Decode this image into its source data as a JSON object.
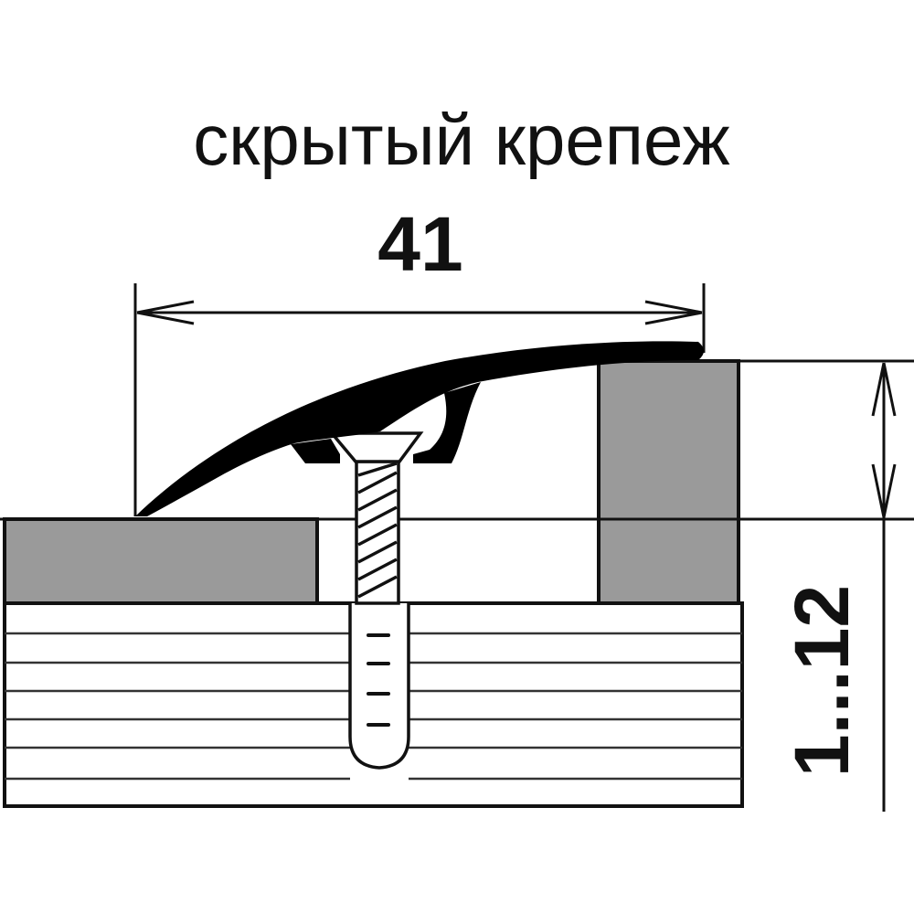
{
  "title": "скрытый крепеж",
  "dimensions": {
    "width": "41",
    "height": "1...12"
  },
  "colors": {
    "line": "#111111",
    "panel_fill": "#9a9a9a",
    "background": "#ffffff"
  }
}
